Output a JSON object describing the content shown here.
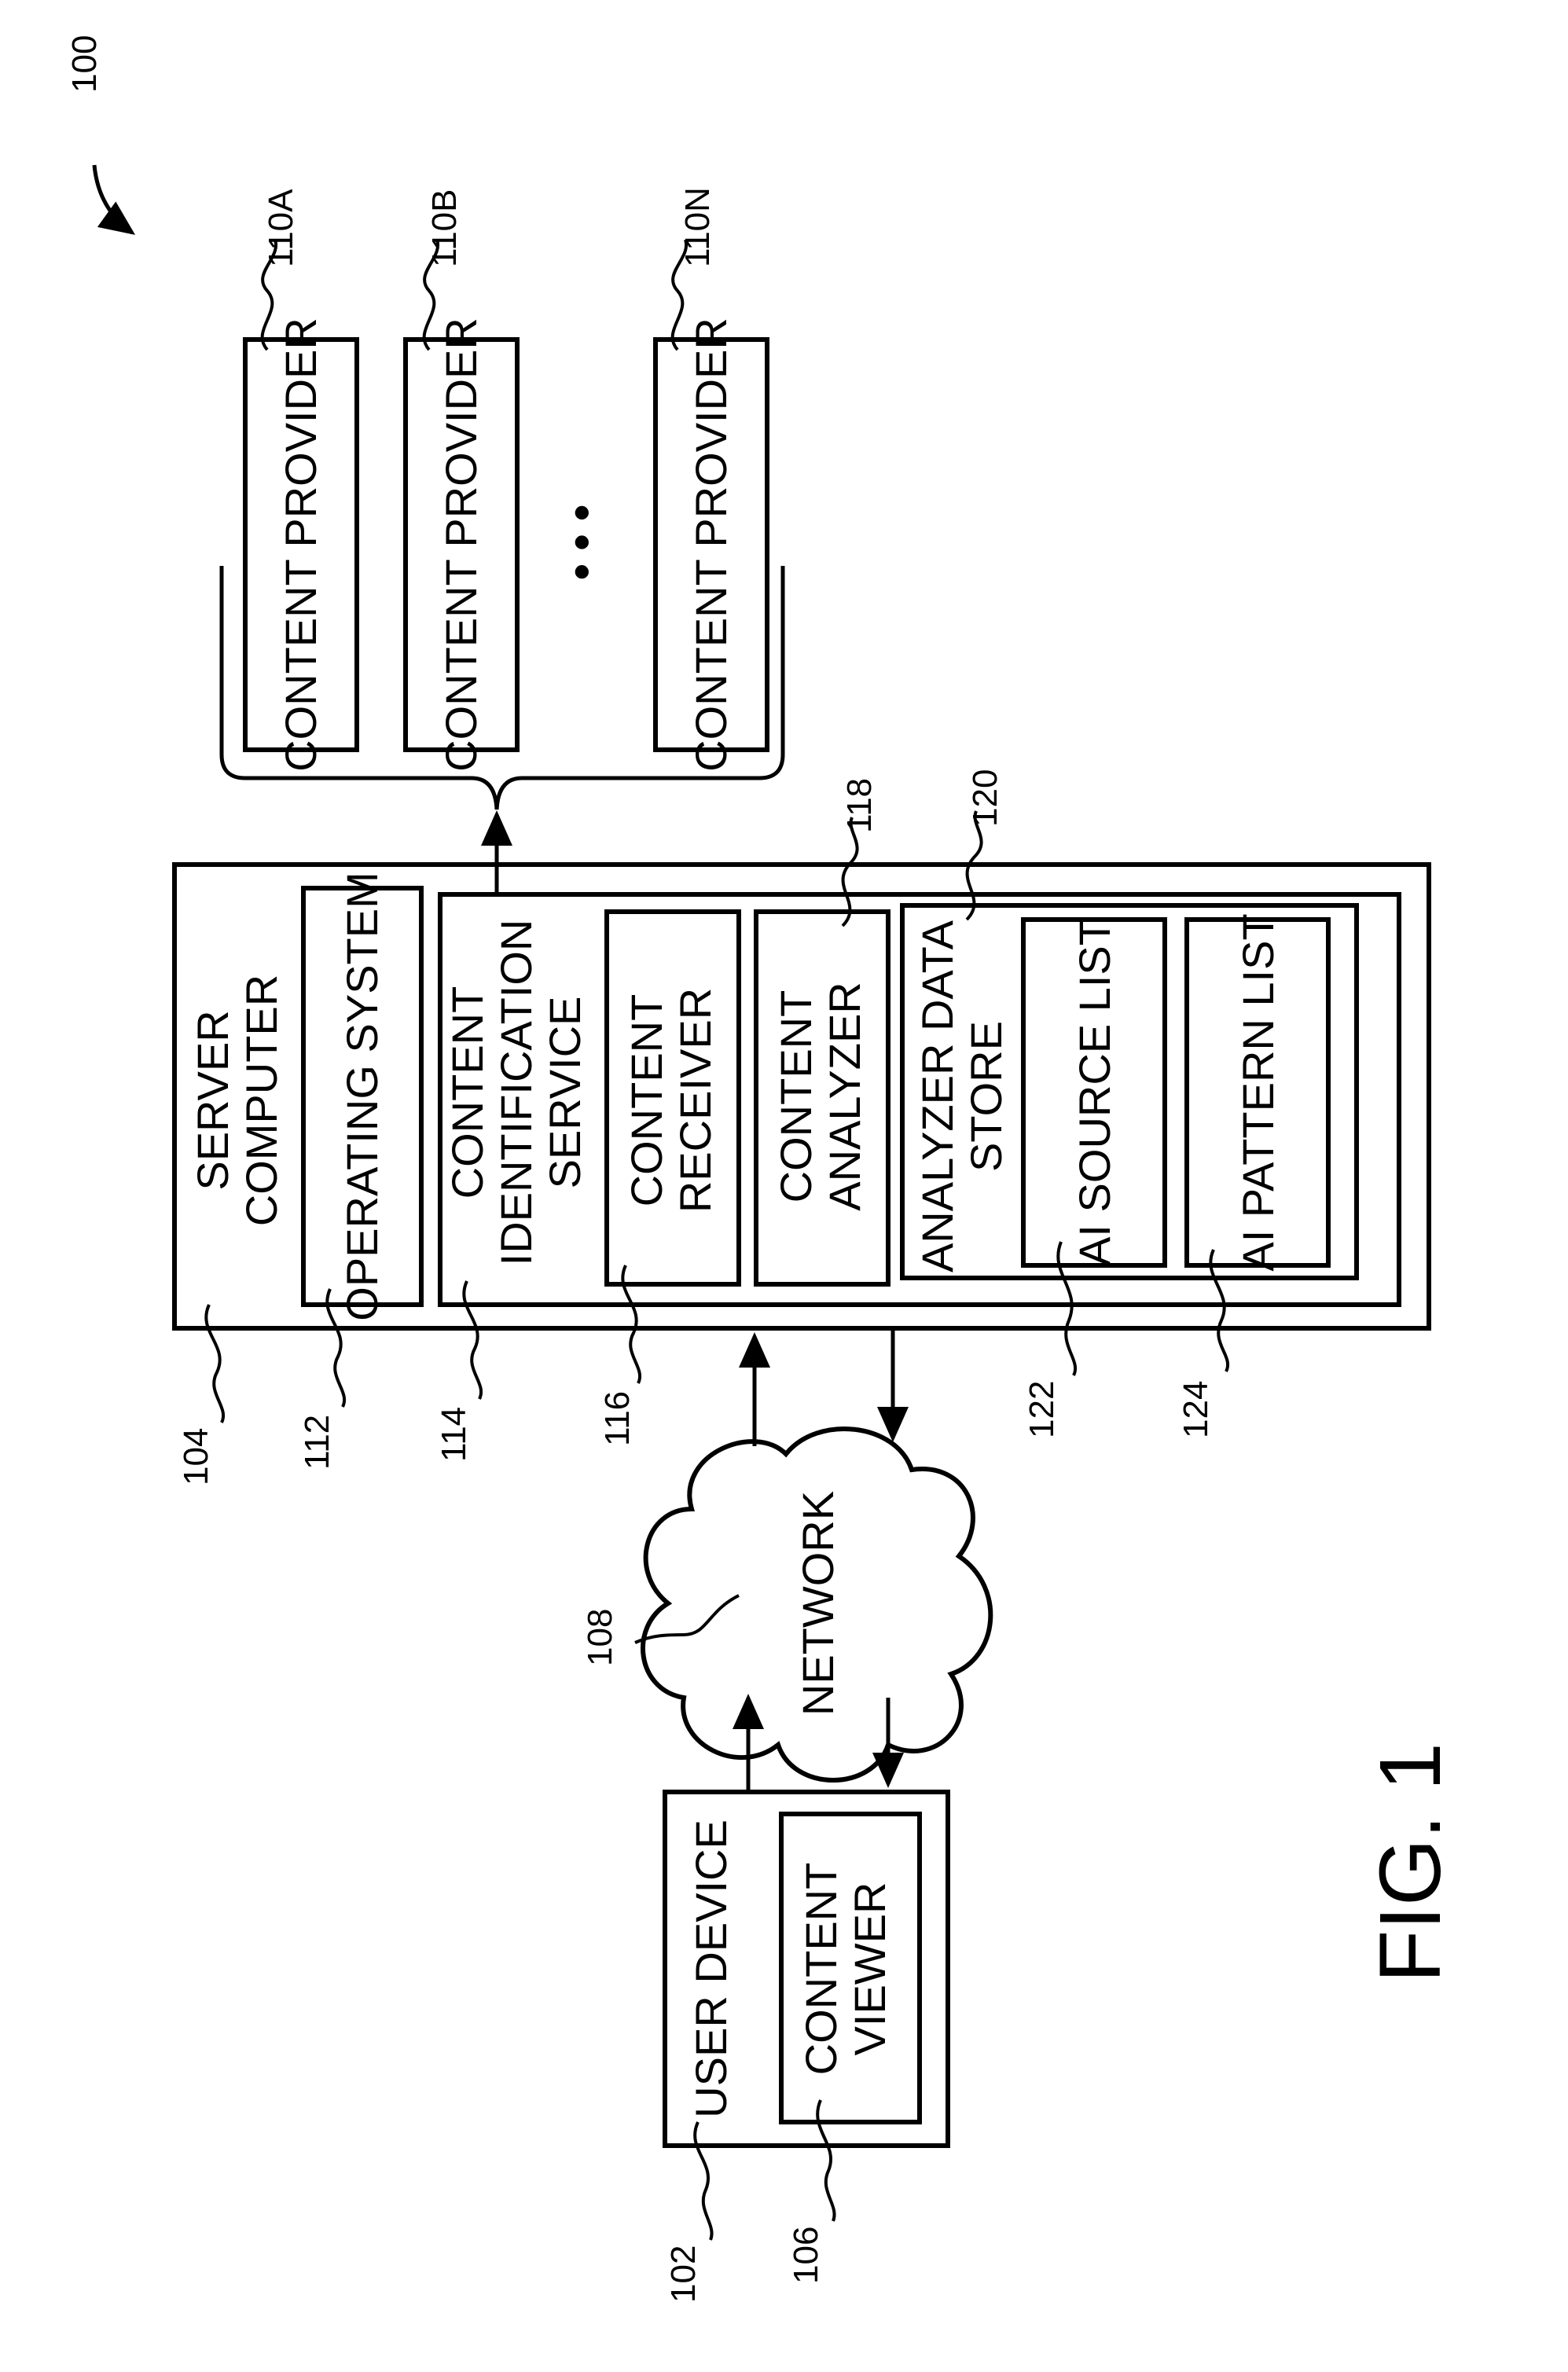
{
  "figure": {
    "ref": "100",
    "caption": "FIG. 1"
  },
  "content_providers": [
    {
      "label": "CONTENT PROVIDER",
      "ref": "110A"
    },
    {
      "label": "CONTENT PROVIDER",
      "ref": "110B"
    },
    {
      "label": "CONTENT PROVIDER",
      "ref": "110N"
    }
  ],
  "ellipsis": "• • •",
  "server": {
    "label_line1": "SERVER",
    "label_line2": "COMPUTER",
    "ref": "104",
    "operating_system": {
      "label": "OPERATING SYSTEM",
      "ref": "112"
    },
    "content_identification_service": {
      "label_line1": "CONTENT",
      "label_line2": "IDENTIFICATION",
      "label_line3": "SERVICE",
      "ref": "114"
    },
    "content_receiver": {
      "label_line1": "CONTENT",
      "label_line2": "RECEIVER",
      "ref": "116"
    },
    "content_analyzer": {
      "label_line1": "CONTENT",
      "label_line2": "ANALYZER",
      "ref": "118"
    },
    "analyzer_data_store": {
      "label_line1": "ANALYZER DATA",
      "label_line2": "STORE",
      "ref": "120",
      "ai_source_list": {
        "label": "AI SOURCE LIST",
        "ref": "122"
      },
      "ai_pattern_list": {
        "label": "AI PATTERN LIST",
        "ref": "124"
      }
    }
  },
  "network": {
    "label": "NETWORK",
    "ref": "108"
  },
  "user_device": {
    "label": "USER DEVICE",
    "ref": "102",
    "content_viewer": {
      "label_line1": "CONTENT",
      "label_line2": "VIEWER",
      "ref": "106"
    }
  }
}
